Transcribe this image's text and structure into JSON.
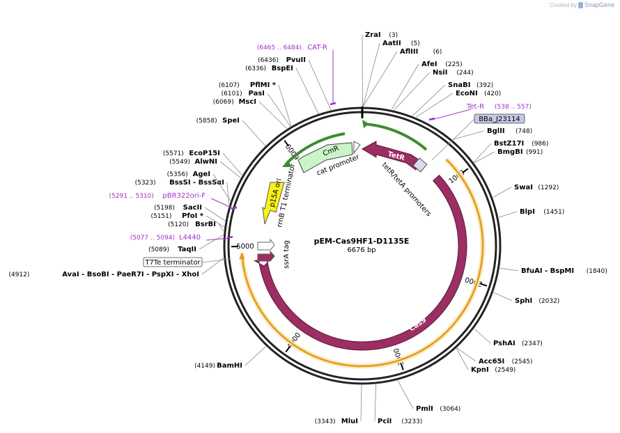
{
  "app": {
    "credit_text": "Created by",
    "brand": "SnapGene"
  },
  "plasmid": {
    "name": "pEM-Cas9HF1-D1135E",
    "length_label": "6676 bp",
    "length": 6676
  },
  "ticks": [
    {
      "pos": 1000,
      "label": "1000"
    },
    {
      "pos": 2000,
      "label": "2000"
    },
    {
      "pos": 3000,
      "label": "3000"
    },
    {
      "pos": 4000,
      "label": "4000"
    },
    {
      "pos": 5000,
      "label": "5000"
    },
    {
      "pos": 6000,
      "label": "6000"
    }
  ],
  "sites_right": [
    {
      "name": "ZraI",
      "pos": "(3)",
      "at": 3
    },
    {
      "name": "AatII",
      "pos": "(5)",
      "at": 5
    },
    {
      "name": "AflIII",
      "pos": "(6)",
      "at": 6
    },
    {
      "name": "AfeI",
      "pos": "(225)",
      "at": 225
    },
    {
      "name": "NsiI",
      "pos": "(244)",
      "at": 244
    },
    {
      "name": "SnaBI",
      "pos": "(392)",
      "at": 392
    },
    {
      "name": "EcoNI",
      "pos": "(420)",
      "at": 420
    },
    {
      "name": "BglII",
      "pos": "(748)",
      "at": 748
    },
    {
      "name": "BstZ17I",
      "pos": "(986)",
      "at": 986
    },
    {
      "name": "BmgBI",
      "pos": "(991)",
      "at": 991
    },
    {
      "name": "SwaI",
      "pos": "(1292)",
      "at": 1292
    },
    {
      "name": "BlpI",
      "pos": "(1451)",
      "at": 1451
    },
    {
      "name": "BfuAI - BspMI",
      "pos": "(1840)",
      "at": 1840
    },
    {
      "name": "SphI",
      "pos": "(2032)",
      "at": 2032
    },
    {
      "name": "PshAI",
      "pos": "(2347)",
      "at": 2347
    },
    {
      "name": "Acc65I",
      "pos": "(2545)",
      "at": 2545
    },
    {
      "name": "KpnI",
      "pos": "(2549)",
      "at": 2549
    },
    {
      "name": "PmlI",
      "pos": "(3064)",
      "at": 3064
    },
    {
      "name": "PciI",
      "pos": "(3233)",
      "at": 3233
    }
  ],
  "sites_left": [
    {
      "name": "MluI",
      "pos": "(3343)",
      "at": 3343
    },
    {
      "name": "BamHI",
      "pos": "(4149)",
      "at": 4149
    },
    {
      "name": "AvaI - BsoBI - PaeR7I - PspXI - XhoI",
      "pos": "(4912)",
      "at": 4912
    },
    {
      "name": "TaqII",
      "pos": "(5089)",
      "at": 5089
    },
    {
      "name": "BsrBI",
      "pos": "(5120)",
      "at": 5120
    },
    {
      "name": "PfoI *",
      "pos": "(5151)",
      "at": 5151
    },
    {
      "name": "SacII",
      "pos": "(5198)",
      "at": 5198
    },
    {
      "name": "BssSI - BssSαI",
      "pos": "(5323)",
      "at": 5323
    },
    {
      "name": "AgeI",
      "pos": "(5356)",
      "at": 5356
    },
    {
      "name": "AlwNI",
      "pos": "(5549)",
      "at": 5549
    },
    {
      "name": "EcoP15I",
      "pos": "(5571)",
      "at": 5571
    },
    {
      "name": "SpeI",
      "pos": "(5858)",
      "at": 5858
    },
    {
      "name": "MscI",
      "pos": "(6069)",
      "at": 6069
    },
    {
      "name": "PasI",
      "pos": "(6101)",
      "at": 6101
    },
    {
      "name": "PflMI *",
      "pos": "(6107)",
      "at": 6107
    },
    {
      "name": "BspEI",
      "pos": "(6336)",
      "at": 6336
    },
    {
      "name": "PvuII",
      "pos": "(6436)",
      "at": 6436
    }
  ],
  "primers": [
    {
      "name": "CAT-R",
      "range": "(6465 .. 6484)",
      "at": 6475
    },
    {
      "name": "Tet-R",
      "range": "(538 .. 557)",
      "at": 548
    },
    {
      "name": "pBR322ori-F",
      "range": "(5291 .. 5310)",
      "at": 5300
    },
    {
      "name": "L4440",
      "range": "(5077 .. 5094)",
      "at": 5085
    }
  ],
  "boxed_features": [
    {
      "name": "BBa_J23114",
      "at": 640,
      "fill": "#c5c8e6"
    },
    {
      "name": "T7Te terminator",
      "at": 4990,
      "fill": "#ffffff"
    }
  ],
  "features": [
    {
      "name": "TetR",
      "start": 100,
      "end": 760,
      "dir": -1,
      "color": "#9b2e63",
      "label_inside": true
    },
    {
      "name": "CmR",
      "start": 6150,
      "end": 6550,
      "dir": -1,
      "color": "#c9f5c9",
      "label_inside": true,
      "dark_text": true
    },
    {
      "name": "Cas9",
      "start": 820,
      "end": 4920,
      "dir": -1,
      "color": "#9b2e63",
      "label_inside": true
    }
  ],
  "labels": {
    "tet_promoters": "tetR/tetA promoters",
    "cat_promoter": "cat promoter",
    "p15a_ori": "p15A ori",
    "rrnb": "rrnB T1 terminator",
    "ssra": "ssrA tag"
  },
  "colors": {
    "purple": "#a12fc9",
    "maroon": "#9b2e63",
    "green": "#3c8c2e",
    "orange": "#f0a32e",
    "yellow": "#f7f01a"
  }
}
